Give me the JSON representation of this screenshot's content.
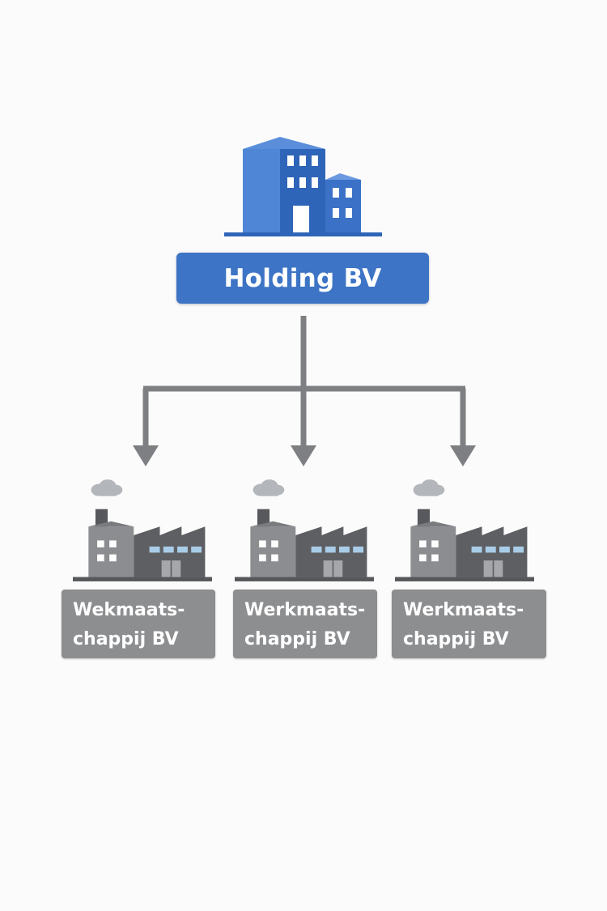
{
  "holding": {
    "label": "Holding BV",
    "icon": "office-building-icon",
    "color": "#3d74c5"
  },
  "subsidiaries": [
    {
      "line1": "Wekmaats-",
      "line2": "chappij BV",
      "icon": "factory-icon"
    },
    {
      "line1": "Werkmaats-",
      "line2": "chappij BV",
      "icon": "factory-icon"
    },
    {
      "line1": "Werkmaats-",
      "line2": "chappij BV",
      "icon": "factory-icon"
    }
  ],
  "colors": {
    "background": "#fbfbfb",
    "holding_box": "#3d74c5",
    "subsidiary_box": "#8d8e90",
    "connector": "#7e7f82"
  }
}
